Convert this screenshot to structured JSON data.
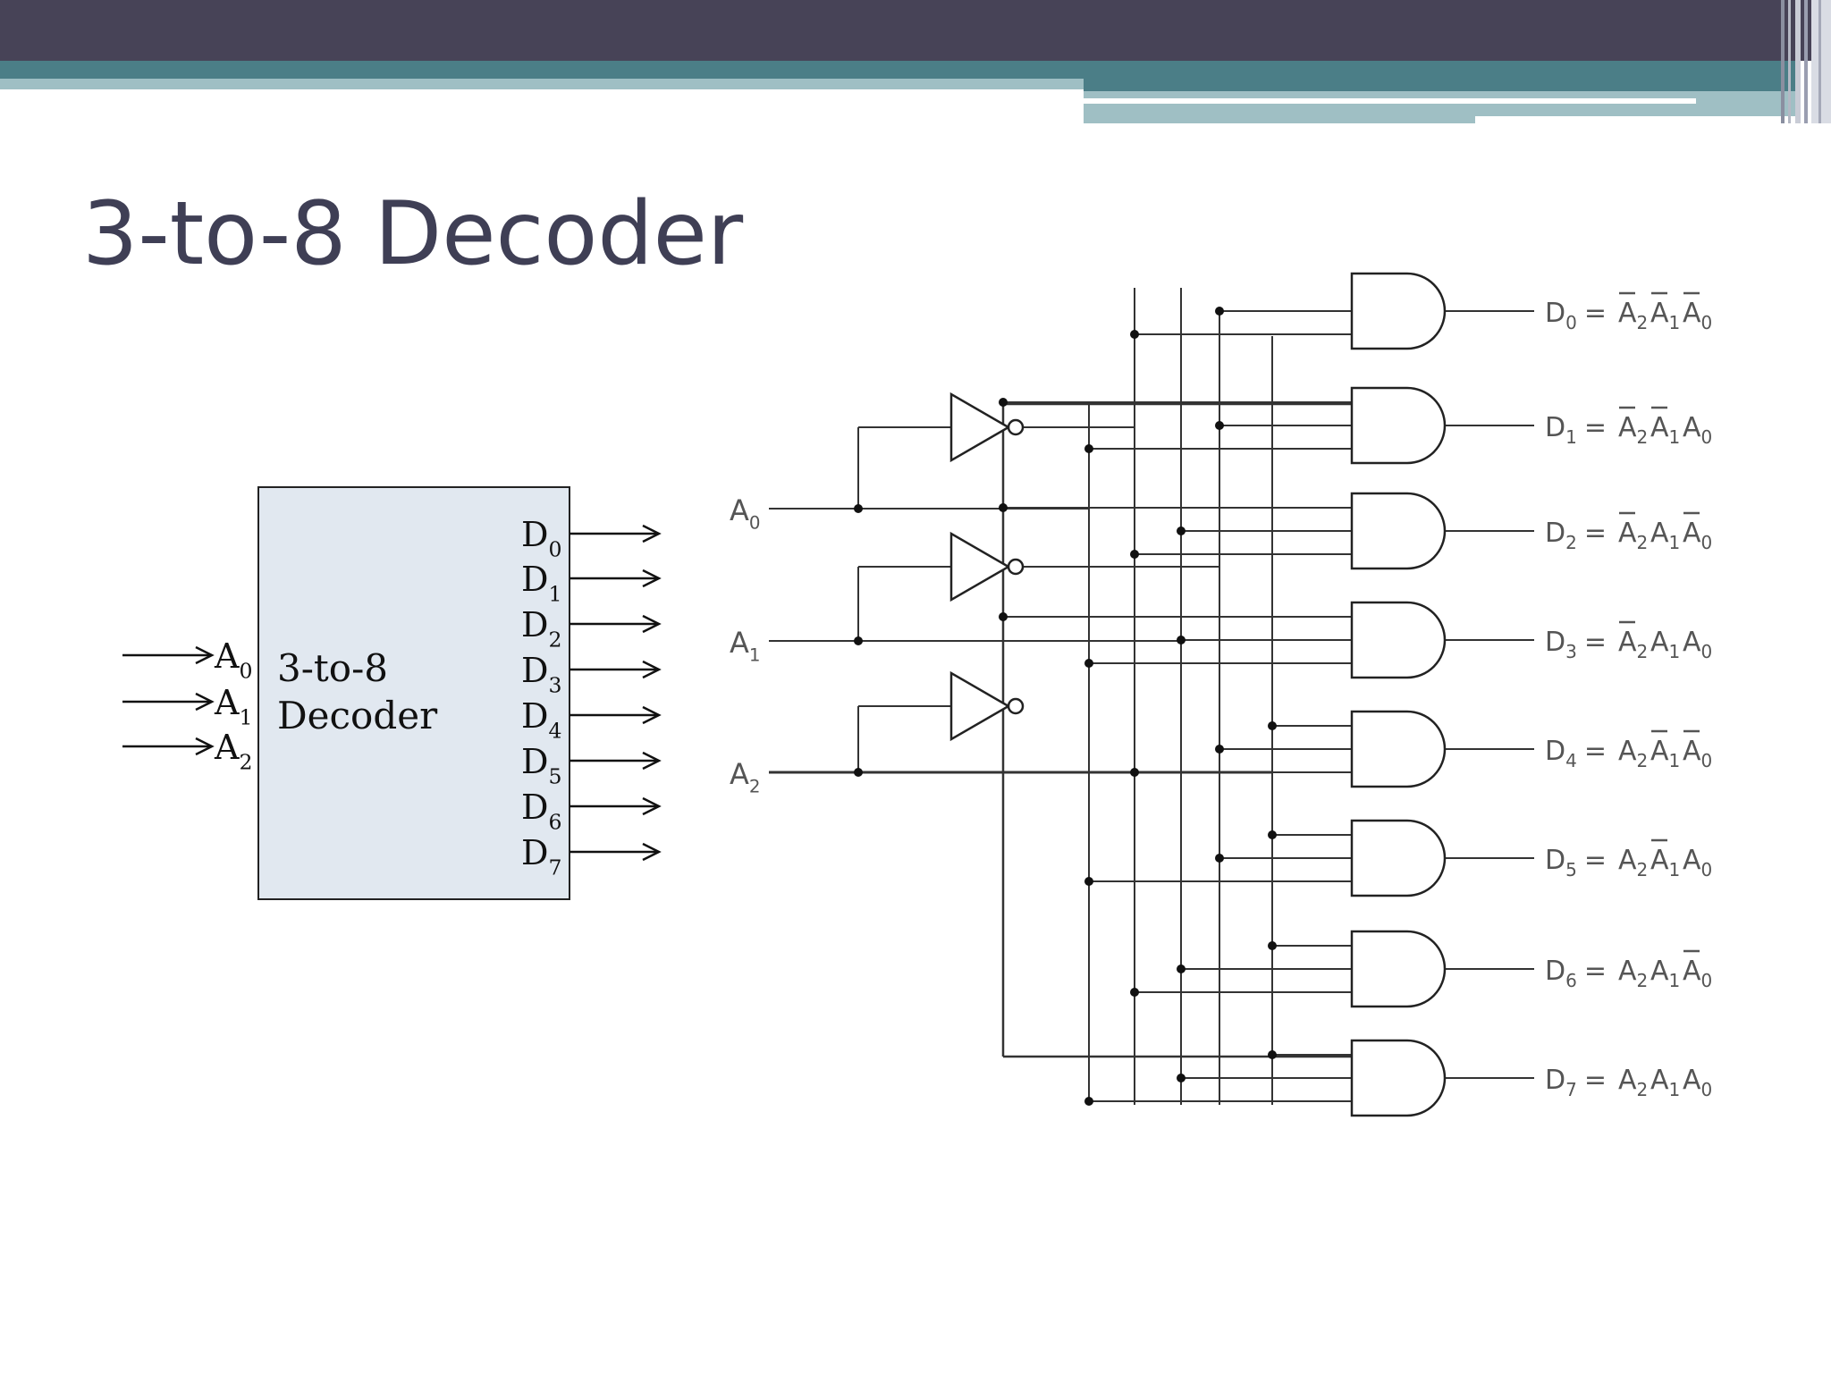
{
  "slide": {
    "title": "3-to-8 Decoder",
    "colors": {
      "top_bar": "#474357",
      "accent": "#4b7e87",
      "accent_light": "#9fbfc4",
      "title": "#3f3f55",
      "block_fill": "#e1e8f0"
    }
  },
  "block": {
    "label_line1": "3-to-8",
    "label_line2": "Decoder",
    "inputs": [
      {
        "letter": "A",
        "sub": "0"
      },
      {
        "letter": "A",
        "sub": "1"
      },
      {
        "letter": "A",
        "sub": "2"
      }
    ],
    "outputs": [
      {
        "letter": "D",
        "sub": "0"
      },
      {
        "letter": "D",
        "sub": "1"
      },
      {
        "letter": "D",
        "sub": "2"
      },
      {
        "letter": "D",
        "sub": "3"
      },
      {
        "letter": "D",
        "sub": "4"
      },
      {
        "letter": "D",
        "sub": "5"
      },
      {
        "letter": "D",
        "sub": "6"
      },
      {
        "letter": "D",
        "sub": "7"
      }
    ]
  },
  "circuit": {
    "inputs": [
      {
        "letter": "A",
        "sub": "0"
      },
      {
        "letter": "A",
        "sub": "1"
      },
      {
        "letter": "A",
        "sub": "2"
      }
    ],
    "outputs": [
      {
        "d": "D",
        "dsub": "0",
        "eq": "=",
        "terms": [
          {
            "l": "A",
            "s": "2",
            "bar": true
          },
          {
            "l": "A",
            "s": "1",
            "bar": true
          },
          {
            "l": "A",
            "s": "0",
            "bar": true
          }
        ]
      },
      {
        "d": "D",
        "dsub": "1",
        "eq": "=",
        "terms": [
          {
            "l": "A",
            "s": "2",
            "bar": true
          },
          {
            "l": "A",
            "s": "1",
            "bar": true
          },
          {
            "l": "A",
            "s": "0",
            "bar": false
          }
        ]
      },
      {
        "d": "D",
        "dsub": "2",
        "eq": "=",
        "terms": [
          {
            "l": "A",
            "s": "2",
            "bar": true
          },
          {
            "l": "A",
            "s": "1",
            "bar": false
          },
          {
            "l": "A",
            "s": "0",
            "bar": true
          }
        ]
      },
      {
        "d": "D",
        "dsub": "3",
        "eq": "=",
        "terms": [
          {
            "l": "A",
            "s": "2",
            "bar": true
          },
          {
            "l": "A",
            "s": "1",
            "bar": false
          },
          {
            "l": "A",
            "s": "0",
            "bar": false
          }
        ]
      },
      {
        "d": "D",
        "dsub": "4",
        "eq": "=",
        "terms": [
          {
            "l": "A",
            "s": "2",
            "bar": false
          },
          {
            "l": "A",
            "s": "1",
            "bar": true
          },
          {
            "l": "A",
            "s": "0",
            "bar": true
          }
        ]
      },
      {
        "d": "D",
        "dsub": "5",
        "eq": "=",
        "terms": [
          {
            "l": "A",
            "s": "2",
            "bar": false
          },
          {
            "l": "A",
            "s": "1",
            "bar": true
          },
          {
            "l": "A",
            "s": "0",
            "bar": false
          }
        ]
      },
      {
        "d": "D",
        "dsub": "6",
        "eq": "=",
        "terms": [
          {
            "l": "A",
            "s": "2",
            "bar": false
          },
          {
            "l": "A",
            "s": "1",
            "bar": false
          },
          {
            "l": "A",
            "s": "0",
            "bar": true
          }
        ]
      },
      {
        "d": "D",
        "dsub": "7",
        "eq": "=",
        "terms": [
          {
            "l": "A",
            "s": "2",
            "bar": false
          },
          {
            "l": "A",
            "s": "1",
            "bar": false
          },
          {
            "l": "A",
            "s": "0",
            "bar": false
          }
        ]
      }
    ]
  }
}
